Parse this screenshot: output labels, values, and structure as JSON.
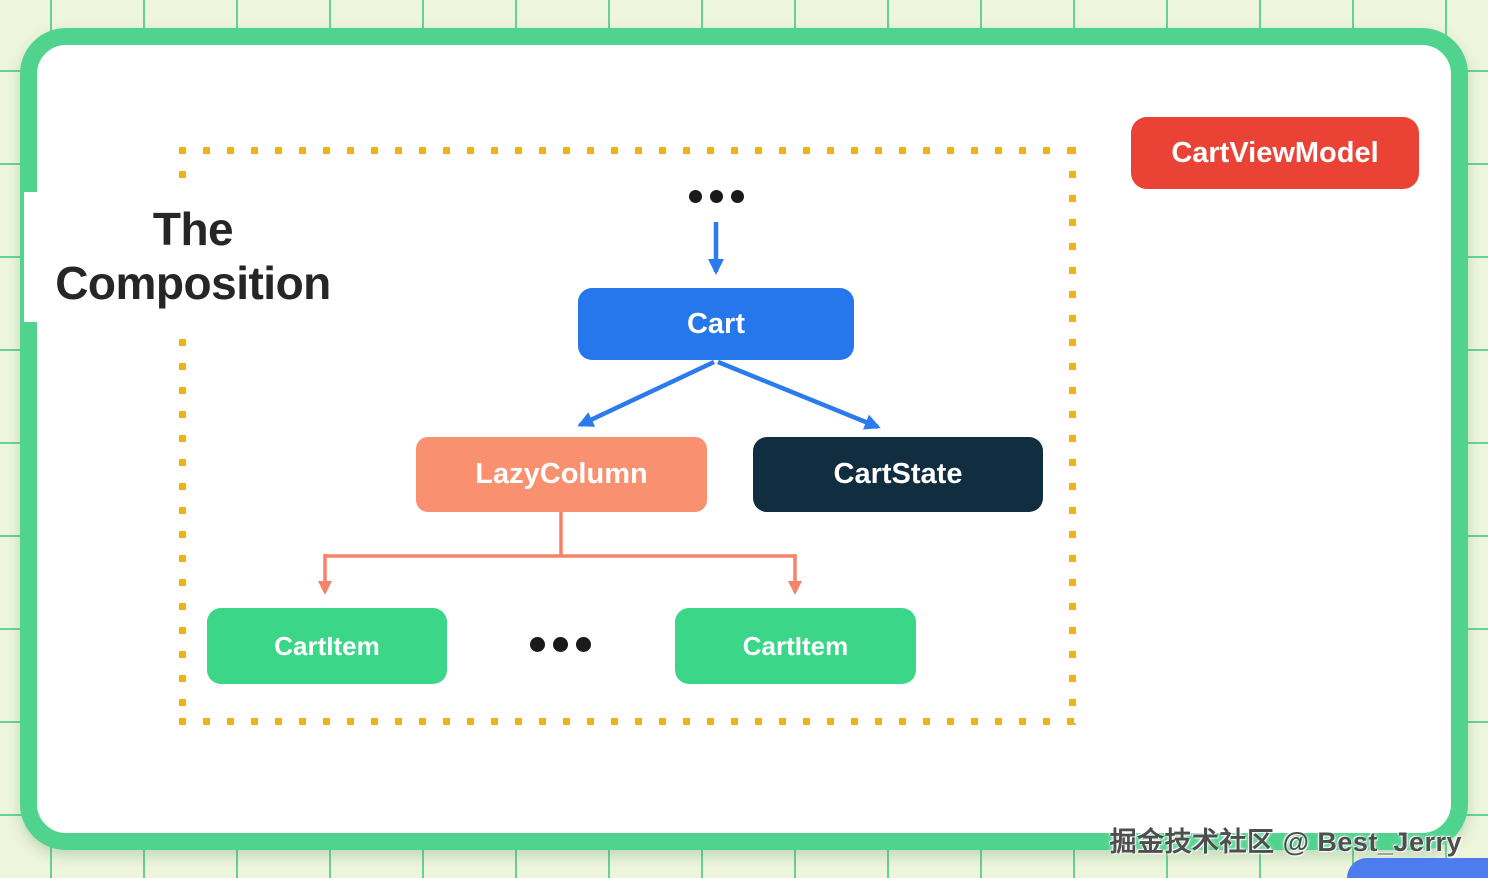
{
  "title": {
    "line1": "The",
    "line2": "Composition"
  },
  "diagram": {
    "root_ellipsis_icon": "more-dots",
    "between_ellipsis_icon": "more-dots",
    "nodes": {
      "cart": {
        "label": "Cart",
        "color": "#2577EB"
      },
      "lazycolumn": {
        "label": "LazyColumn",
        "color": "#F99070"
      },
      "cartstate": {
        "label": "CartState",
        "color": "#112E40"
      },
      "cartitem_left": {
        "label": "CartItem",
        "color": "#3CD689"
      },
      "cartitem_right": {
        "label": "CartItem",
        "color": "#3CD689"
      }
    }
  },
  "external": {
    "cartviewmodel": {
      "label": "CartViewModel",
      "color": "#EA4335"
    }
  },
  "watermark": "掘金技术社区 @ Best_Jerry",
  "colors": {
    "background": "#EDF5DA",
    "grid_line": "#56CE90",
    "card_border": "#4FD38D",
    "card_fill": "#FFFFFF",
    "dotted_border": "#F0B216",
    "arrow_blue": "#2B7BEC",
    "arrow_coral": "#F4836A",
    "title_text": "#262626",
    "ellipsis_dot": "#1A1A1A",
    "corner_accent": "#4C7CEE"
  }
}
